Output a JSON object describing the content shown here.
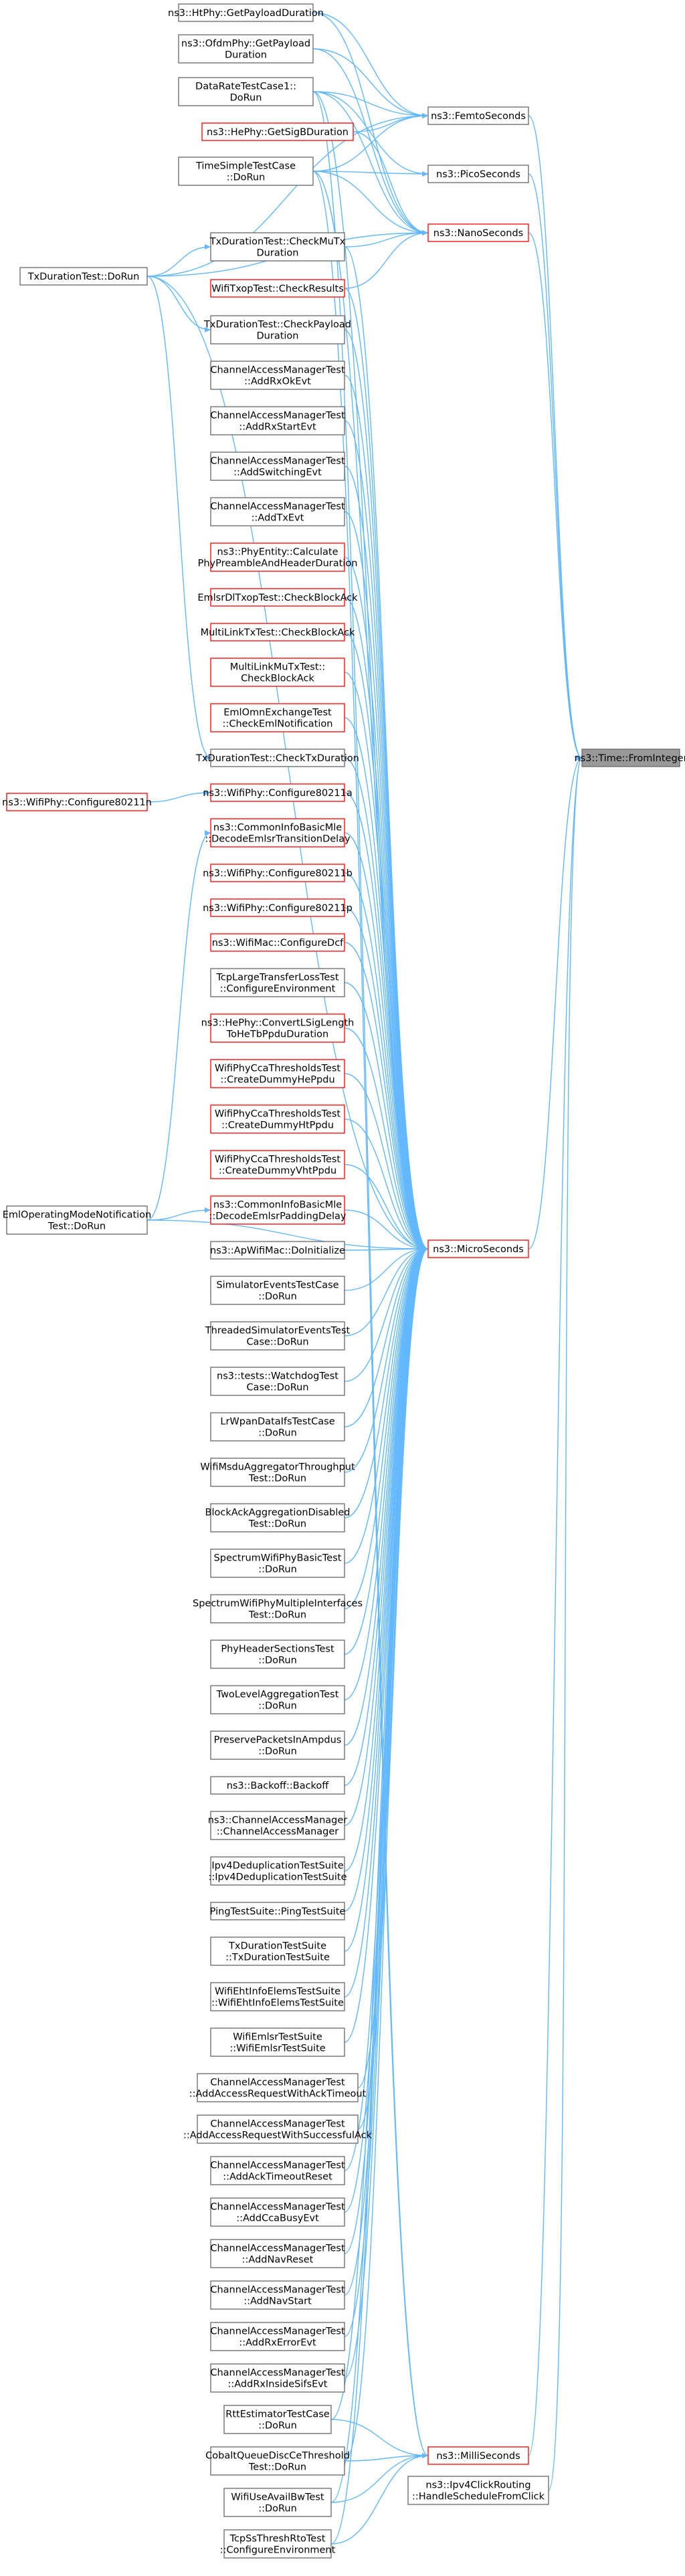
{
  "target": "ns3::Time::FromInteger",
  "nodes": [
    {
      "id": "n_getpayload",
      "lines": [
        "ns3::HtPhy::GetPayloadDuration"
      ],
      "red": false,
      "name": "node-htphy-getpayloadduration"
    },
    {
      "id": "n_ofdm",
      "lines": [
        "ns3::OfdmPhy::GetPayload",
        "Duration"
      ],
      "red": false,
      "name": "node-ofdmphy-getpayloadduration"
    },
    {
      "id": "n_datarate",
      "lines": [
        "DataRateTestCase1::",
        "DoRun"
      ],
      "red": false,
      "name": "node-dataratetestcase1-dorun"
    },
    {
      "id": "n_hesig",
      "lines": [
        "ns3::HePhy::GetSigBDuration"
      ],
      "red": true,
      "name": "node-hephy-getsigbduration"
    },
    {
      "id": "n_timesimple",
      "lines": [
        "TimeSimpleTestCase",
        "::DoRun"
      ],
      "red": false,
      "name": "node-timesimpletestcase-dorun"
    },
    {
      "id": "n_checkmutx",
      "lines": [
        "TxDurationTest::CheckMuTx",
        "Duration"
      ],
      "red": false,
      "name": "node-txdurationtest-checkmutxduration"
    },
    {
      "id": "n_wifitxop",
      "lines": [
        "WifiTxopTest::CheckResults"
      ],
      "red": true,
      "name": "node-wifitxoptest-checkresults"
    },
    {
      "id": "n_txdorun",
      "lines": [
        "TxDurationTest::DoRun"
      ],
      "red": false,
      "name": "node-txdurationtest-dorun"
    },
    {
      "id": "n_checkpayload",
      "lines": [
        "TxDurationTest::CheckPayload",
        "Duration"
      ],
      "red": false,
      "name": "node-txdurationtest-checkpayloadduration"
    },
    {
      "id": "n_addrxok",
      "lines": [
        "ChannelAccessManagerTest",
        "::AddRxOkEvt"
      ],
      "red": false,
      "name": "node-cam-addrxokevt"
    },
    {
      "id": "n_addrxstart",
      "lines": [
        "ChannelAccessManagerTest",
        "::AddRxStartEvt"
      ],
      "red": false,
      "name": "node-cam-addrxstartevt"
    },
    {
      "id": "n_addswitch",
      "lines": [
        "ChannelAccessManagerTest",
        "::AddSwitchingEvt"
      ],
      "red": false,
      "name": "node-cam-addswitchingevt"
    },
    {
      "id": "n_addtx",
      "lines": [
        "ChannelAccessManagerTest",
        "::AddTxEvt"
      ],
      "red": false,
      "name": "node-cam-addtxevt"
    },
    {
      "id": "n_phyentity",
      "lines": [
        "ns3::PhyEntity::Calculate",
        "PhyPreambleAndHeaderDuration"
      ],
      "red": true,
      "name": "node-phyentity-calculatephypreamble"
    },
    {
      "id": "n_emlsrdl",
      "lines": [
        "EmlsrDlTxopTest::CheckBlockAck"
      ],
      "red": true,
      "name": "node-emlsrdltxoptest-checkblockack"
    },
    {
      "id": "n_multilink",
      "lines": [
        "MultiLinkTxTest::CheckBlockAck"
      ],
      "red": true,
      "name": "node-multilinktxtest-checkblockack"
    },
    {
      "id": "n_multilinkmu",
      "lines": [
        "MultiLinkMuTxTest::",
        "CheckBlockAck"
      ],
      "red": true,
      "name": "node-multilinkmutxtest-checkblockack"
    },
    {
      "id": "n_emlomn",
      "lines": [
        "EmlOmnExchangeTest",
        "::CheckEmlNotification"
      ],
      "red": true,
      "name": "node-emlomnexchangetest-checkemlnotification"
    },
    {
      "id": "n_checktxdur",
      "lines": [
        "TxDurationTest::CheckTxDuration"
      ],
      "red": false,
      "name": "node-txdurationtest-checktxduration"
    },
    {
      "id": "n_cfg80211n",
      "lines": [
        "ns3::WifiPhy::Configure80211n"
      ],
      "red": true,
      "name": "node-wifiphy-configure80211n"
    },
    {
      "id": "n_cfg80211a",
      "lines": [
        "ns3::WifiPhy::Configure80211a"
      ],
      "red": true,
      "name": "node-wifiphy-configure80211a"
    },
    {
      "id": "n_cominfo",
      "lines": [
        "ns3::CommonInfoBasicMle",
        "::DecodeEmlsrTransitionDelay"
      ],
      "red": true,
      "name": "node-commoninfobasicmle-decodeemlsrtransitiondelay"
    },
    {
      "id": "n_cfg80211b",
      "lines": [
        "ns3::WifiPhy::Configure80211b"
      ],
      "red": true,
      "name": "node-wifiphy-configure80211b"
    },
    {
      "id": "n_cfg80211p",
      "lines": [
        "ns3::WifiPhy::Configure80211p"
      ],
      "red": true,
      "name": "node-wifiphy-configure80211p"
    },
    {
      "id": "n_wifimac",
      "lines": [
        "ns3::WifiMac::ConfigureDcf"
      ],
      "red": true,
      "name": "node-wifimac-configuredcf"
    },
    {
      "id": "n_tcplarge",
      "lines": [
        "TcpLargeTransferLossTest",
        "::ConfigureEnvironment"
      ],
      "red": false,
      "name": "node-tcplargetransferlosstest-configureenvironment"
    },
    {
      "id": "n_hephyconvert",
      "lines": [
        "ns3::HePhy::ConvertLSigLength",
        "ToHeTbPpduDuration"
      ],
      "red": true,
      "name": "node-hephy-convertlsiglength"
    },
    {
      "id": "n_wificca_he",
      "lines": [
        "WifiPhyCcaThresholdsTest",
        "::CreateDummyHePpdu"
      ],
      "red": true,
      "name": "node-wifiphyccathresholdstest-createdummyheppdu"
    },
    {
      "id": "n_wificca_ht",
      "lines": [
        "WifiPhyCcaThresholdsTest",
        "::CreateDummyHtPpdu"
      ],
      "red": true,
      "name": "node-wifiphyccathresholdstest-createdummyhtppdu"
    },
    {
      "id": "n_wificca_vht",
      "lines": [
        "WifiPhyCcaThresholdsTest",
        "::CreateDummyVhtPpdu"
      ],
      "red": true,
      "name": "node-wifiphyccathresholdstest-createdummyvhtppdu"
    },
    {
      "id": "n_emlop",
      "lines": [
        "EmlOperatingModeNotification",
        "Test::DoRun"
      ],
      "red": false,
      "name": "node-emloperatingmodenotificationtest-dorun"
    },
    {
      "id": "n_cominfo2",
      "lines": [
        "ns3::CommonInfoBasicMle",
        "::DecodeEmlsrPaddingDelay"
      ],
      "red": true,
      "name": "node-commoninfobasicmle-decodeemlsrpaddingdelay"
    },
    {
      "id": "n_apwifimac",
      "lines": [
        "ns3::ApWifiMac::DoInitialize"
      ],
      "red": false,
      "name": "node-apwifimac-doinitialize"
    },
    {
      "id": "n_simevents",
      "lines": [
        "SimulatorEventsTestCase",
        "::DoRun"
      ],
      "red": false,
      "name": "node-simulatoreventstestcase-dorun"
    },
    {
      "id": "n_threaded",
      "lines": [
        "ThreadedSimulatorEventsTest",
        "Case::DoRun"
      ],
      "red": false,
      "name": "node-threadedsimulatoreventstestcase-dorun"
    },
    {
      "id": "n_watchdog",
      "lines": [
        "ns3::tests::WatchdogTest",
        "Case::DoRun"
      ],
      "red": false,
      "name": "node-watchdogtestcase-dorun"
    },
    {
      "id": "n_lrwpan",
      "lines": [
        "LrWpanDataIfsTestCase",
        "::DoRun"
      ],
      "red": false,
      "name": "node-lrwpandataifstestcase-dorun"
    },
    {
      "id": "n_wifimsdu",
      "lines": [
        "WifiMsduAggregatorThroughput",
        "Test::DoRun"
      ],
      "red": false,
      "name": "node-wifimsduaggregatorthroughputtest-dorun"
    },
    {
      "id": "n_blockack",
      "lines": [
        "BlockAckAggregationDisabled",
        "Test::DoRun"
      ],
      "red": false,
      "name": "node-blockackaggregationdisabledtest-dorun"
    },
    {
      "id": "n_spectrumbasic",
      "lines": [
        "SpectrumWifiPhyBasicTest",
        "::DoRun"
      ],
      "red": false,
      "name": "node-spectrumwifiphybasictest-dorun"
    },
    {
      "id": "n_spectrummulti",
      "lines": [
        "SpectrumWifiPhyMultipleInterfaces",
        "Test::DoRun"
      ],
      "red": false,
      "name": "node-spectrumwifiphymultipleinterfacestest-dorun"
    },
    {
      "id": "n_phyheader",
      "lines": [
        "PhyHeaderSectionsTest",
        "::DoRun"
      ],
      "red": false,
      "name": "node-phyheadersectionstest-dorun"
    },
    {
      "id": "n_twolevel",
      "lines": [
        "TwoLevelAggregationTest",
        "::DoRun"
      ],
      "red": false,
      "name": "node-twolevelaggregationtest-dorun"
    },
    {
      "id": "n_preserve",
      "lines": [
        "PreservePacketsInAmpdus",
        "::DoRun"
      ],
      "red": false,
      "name": "node-preservepacketsinampdus-dorun"
    },
    {
      "id": "n_backoff",
      "lines": [
        "ns3::Backoff::Backoff"
      ],
      "red": false,
      "name": "node-backoff-backoff"
    },
    {
      "id": "n_cam",
      "lines": [
        "ns3::ChannelAccessManager",
        "::ChannelAccessManager"
      ],
      "red": false,
      "name": "node-channelaccessmanager-ctor"
    },
    {
      "id": "n_ipv4dedup",
      "lines": [
        "Ipv4DeduplicationTestSuite",
        "::Ipv4DeduplicationTestSuite"
      ],
      "red": false,
      "name": "node-ipv4deduplicationtestsuite"
    },
    {
      "id": "n_ping",
      "lines": [
        "PingTestSuite::PingTestSuite"
      ],
      "red": false,
      "name": "node-pingtestsuite"
    },
    {
      "id": "n_txdursuite",
      "lines": [
        "TxDurationTestSuite",
        "::TxDurationTestSuite"
      ],
      "red": false,
      "name": "node-txdurationtestsuite"
    },
    {
      "id": "n_wifieht",
      "lines": [
        "WifiEhtInfoElemsTestSuite",
        "::WifiEhtInfoElemsTestSuite"
      ],
      "red": false,
      "name": "node-wifiehtinfoelemstestsuite"
    },
    {
      "id": "n_wifiemlsr",
      "lines": [
        "WifiEmlsrTestSuite",
        "::WifiEmlsrTestSuite"
      ],
      "red": false,
      "name": "node-wifiemlsrtestsuite"
    },
    {
      "id": "n_camack",
      "lines": [
        "ChannelAccessManagerTest",
        "::AddAccessRequestWithAckTimeout"
      ],
      "red": false,
      "name": "node-cam-addaccessrequestwithacktimeout"
    },
    {
      "id": "n_camsucc",
      "lines": [
        "ChannelAccessManagerTest",
        "::AddAccessRequestWithSuccessfulAck"
      ],
      "red": false,
      "name": "node-cam-addaccessrequestwithsuccessfulack"
    },
    {
      "id": "n_camackreset",
      "lines": [
        "ChannelAccessManagerTest",
        "::AddAckTimeoutReset"
      ],
      "red": false,
      "name": "node-cam-addacktimeoutreset"
    },
    {
      "id": "n_camcca",
      "lines": [
        "ChannelAccessManagerTest",
        "::AddCcaBusyEvt"
      ],
      "red": false,
      "name": "node-cam-addccabusyevt"
    },
    {
      "id": "n_camnavreset",
      "lines": [
        "ChannelAccessManagerTest",
        "::AddNavReset"
      ],
      "red": false,
      "name": "node-cam-addnavreset"
    },
    {
      "id": "n_camnavstart",
      "lines": [
        "ChannelAccessManagerTest",
        "::AddNavStart"
      ],
      "red": false,
      "name": "node-cam-addnavstart"
    },
    {
      "id": "n_camrxerr",
      "lines": [
        "ChannelAccessManagerTest",
        "::AddRxErrorEvt"
      ],
      "red": false,
      "name": "node-cam-addrxerrorevt"
    },
    {
      "id": "n_camrxinside",
      "lines": [
        "ChannelAccessManagerTest",
        "::AddRxInsideSifsEvt"
      ],
      "red": false,
      "name": "node-cam-addrxinsidesifsevt"
    },
    {
      "id": "n_rtt",
      "lines": [
        "RttEstimatorTestCase",
        "::DoRun"
      ],
      "red": false,
      "name": "node-rttestimatortestcase-dorun"
    },
    {
      "id": "n_cobalt",
      "lines": [
        "CobaltQueueDiscCeThreshold",
        "Test::DoRun"
      ],
      "red": false,
      "name": "node-cobaltqueuediscethresholdtest-dorun"
    },
    {
      "id": "n_wifiuse",
      "lines": [
        "WifiUseAvailBwTest",
        "::DoRun"
      ],
      "red": false,
      "name": "node-wifiuseavailbwtest-dorun"
    },
    {
      "id": "n_tcpss",
      "lines": [
        "TcpSsThreshRtoTest",
        "::ConfigureEnvironment"
      ],
      "red": false,
      "name": "node-tcpssthreshrtotest-configureenvironment"
    },
    {
      "id": "h_femto",
      "lines": [
        "ns3::FemtoSeconds"
      ],
      "red": false,
      "name": "node-femtoseconds"
    },
    {
      "id": "h_pico",
      "lines": [
        "ns3::PicoSeconds"
      ],
      "red": false,
      "name": "node-picoseconds"
    },
    {
      "id": "h_nano",
      "lines": [
        "ns3::NanoSeconds"
      ],
      "red": true,
      "name": "node-nanoseconds"
    },
    {
      "id": "h_micro",
      "lines": [
        "ns3::MicroSeconds"
      ],
      "red": true,
      "name": "node-microseconds"
    },
    {
      "id": "h_milli",
      "lines": [
        "ns3::MilliSeconds"
      ],
      "red": true,
      "name": "node-milliseconds"
    },
    {
      "id": "n_ipv4click",
      "lines": [
        "ns3::Ipv4ClickRouting",
        "::HandleScheduleFromClick"
      ],
      "red": false,
      "name": "node-ipv4clickrouting-handleschedulefromclick"
    },
    {
      "id": "t_from",
      "lines": [
        "ns3::Time::FromInteger"
      ],
      "red": false,
      "name": "node-time-frominteger",
      "target": true
    }
  ],
  "edges": [
    [
      "n_getpayload",
      "h_femto"
    ],
    [
      "n_ofdm",
      "h_femto"
    ],
    [
      "n_datarate",
      "h_femto"
    ],
    [
      "n_hesig",
      "h_femto"
    ],
    [
      "n_timesimple",
      "h_femto"
    ],
    [
      "n_txdorun",
      "h_femto"
    ],
    [
      "n_timesimple",
      "h_pico"
    ],
    [
      "n_datarate",
      "h_pico"
    ],
    [
      "n_getpayload",
      "h_nano"
    ],
    [
      "n_ofdm",
      "h_nano"
    ],
    [
      "n_datarate",
      "h_nano"
    ],
    [
      "n_hesig",
      "h_nano"
    ],
    [
      "n_timesimple",
      "h_nano"
    ],
    [
      "n_checkmutx",
      "h_nano"
    ],
    [
      "n_wifitxop",
      "h_nano"
    ],
    [
      "n_txdorun",
      "h_nano"
    ],
    [
      "n_txdorun",
      "n_checkmutx"
    ],
    [
      "n_txdorun",
      "n_checkpayload"
    ],
    [
      "n_txdorun",
      "n_checktxdur"
    ],
    [
      "n_cfg80211n",
      "n_cfg80211a"
    ],
    [
      "n_emlop",
      "n_cominfo"
    ],
    [
      "n_emlop",
      "n_cominfo2"
    ],
    [
      "n_datarate",
      "h_micro"
    ],
    [
      "n_timesimple",
      "h_micro"
    ],
    [
      "n_checkmutx",
      "h_micro"
    ],
    [
      "n_wifitxop",
      "h_micro"
    ],
    [
      "n_txdorun",
      "h_micro"
    ],
    [
      "n_checkpayload",
      "h_micro"
    ],
    [
      "n_addrxok",
      "h_micro"
    ],
    [
      "n_addrxstart",
      "h_micro"
    ],
    [
      "n_addswitch",
      "h_micro"
    ],
    [
      "n_addtx",
      "h_micro"
    ],
    [
      "n_phyentity",
      "h_micro"
    ],
    [
      "n_emlsrdl",
      "h_micro"
    ],
    [
      "n_multilink",
      "h_micro"
    ],
    [
      "n_multilinkmu",
      "h_micro"
    ],
    [
      "n_emlomn",
      "h_micro"
    ],
    [
      "n_checktxdur",
      "h_micro"
    ],
    [
      "n_cfg80211a",
      "h_micro"
    ],
    [
      "n_cominfo",
      "h_micro"
    ],
    [
      "n_cfg80211b",
      "h_micro"
    ],
    [
      "n_cfg80211p",
      "h_micro"
    ],
    [
      "n_wifimac",
      "h_micro"
    ],
    [
      "n_tcplarge",
      "h_micro"
    ],
    [
      "n_hephyconvert",
      "h_micro"
    ],
    [
      "n_wificca_he",
      "h_micro"
    ],
    [
      "n_wificca_ht",
      "h_micro"
    ],
    [
      "n_wificca_vht",
      "h_micro"
    ],
    [
      "n_emlop",
      "h_micro"
    ],
    [
      "n_cominfo2",
      "h_micro"
    ],
    [
      "n_apwifimac",
      "h_micro"
    ],
    [
      "n_simevents",
      "h_micro"
    ],
    [
      "n_threaded",
      "h_micro"
    ],
    [
      "n_watchdog",
      "h_micro"
    ],
    [
      "n_lrwpan",
      "h_micro"
    ],
    [
      "n_wifimsdu",
      "h_micro"
    ],
    [
      "n_blockack",
      "h_micro"
    ],
    [
      "n_spectrumbasic",
      "h_micro"
    ],
    [
      "n_spectrummulti",
      "h_micro"
    ],
    [
      "n_phyheader",
      "h_micro"
    ],
    [
      "n_twolevel",
      "h_micro"
    ],
    [
      "n_preserve",
      "h_micro"
    ],
    [
      "n_backoff",
      "h_micro"
    ],
    [
      "n_cam",
      "h_micro"
    ],
    [
      "n_ipv4dedup",
      "h_micro"
    ],
    [
      "n_ping",
      "h_micro"
    ],
    [
      "n_txdursuite",
      "h_micro"
    ],
    [
      "n_wifieht",
      "h_micro"
    ],
    [
      "n_wifiemlsr",
      "h_micro"
    ],
    [
      "n_camack",
      "h_micro"
    ],
    [
      "n_camsucc",
      "h_micro"
    ],
    [
      "n_camackreset",
      "h_micro"
    ],
    [
      "n_camcca",
      "h_micro"
    ],
    [
      "n_camnavreset",
      "h_micro"
    ],
    [
      "n_camnavstart",
      "h_micro"
    ],
    [
      "n_camrxerr",
      "h_micro"
    ],
    [
      "n_camrxinside",
      "h_micro"
    ],
    [
      "n_rtt",
      "h_micro"
    ],
    [
      "n_cobalt",
      "h_micro"
    ],
    [
      "n_wifiuse",
      "h_micro"
    ],
    [
      "n_tcpss",
      "h_micro"
    ],
    [
      "n_timesimple",
      "h_milli"
    ],
    [
      "n_datarate",
      "h_milli"
    ],
    [
      "n_rtt",
      "h_milli"
    ],
    [
      "n_cobalt",
      "h_milli"
    ],
    [
      "n_wifiuse",
      "h_milli"
    ],
    [
      "n_tcpss",
      "h_milli"
    ],
    [
      "h_femto",
      "t_from"
    ],
    [
      "h_pico",
      "t_from"
    ],
    [
      "h_nano",
      "t_from"
    ],
    [
      "h_micro",
      "t_from"
    ],
    [
      "h_milli",
      "t_from"
    ],
    [
      "n_ipv4click",
      "t_from"
    ]
  ]
}
